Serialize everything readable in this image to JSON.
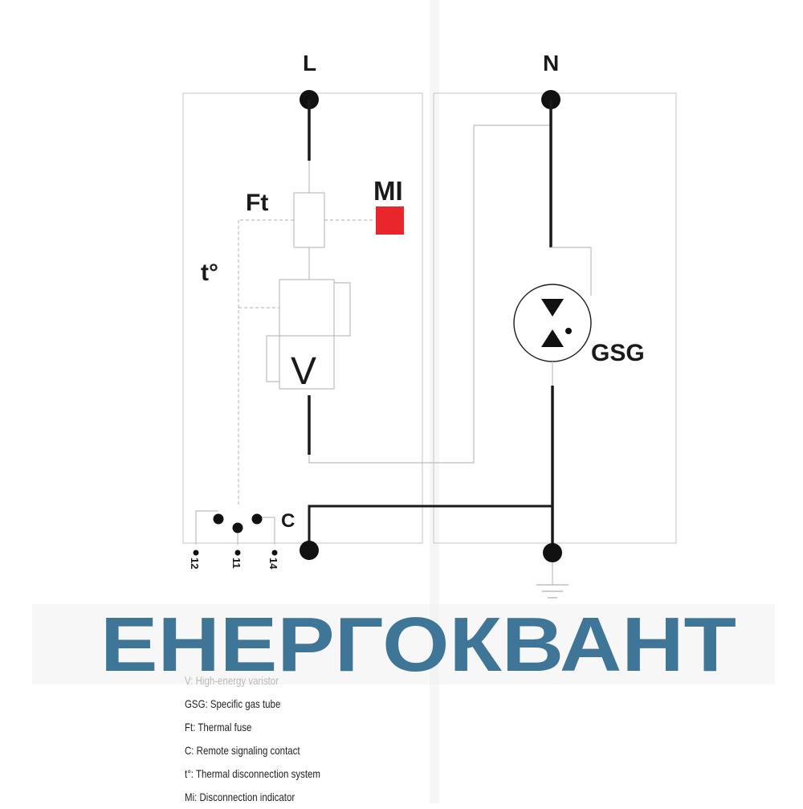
{
  "diagram": {
    "terminals": {
      "line": "L",
      "neutral": "N"
    },
    "components": {
      "thermal_fuse": "Ft",
      "indicator": "MI",
      "thermal_system": "t°",
      "varistor": "V",
      "gas_tube": "GSG",
      "contact": "C"
    },
    "contact_pins": [
      "12",
      "11",
      "14"
    ],
    "colors": {
      "indicator": "#e8262c",
      "line": "#1a1a1a",
      "faint": "#bdbdbd"
    }
  },
  "brand": {
    "text": "ЕНЕРГОКВАНТ",
    "color": "#3f7597"
  },
  "legend": [
    "V: High-energy varistor",
    "GSG: Specific gas tube",
    "Ft: Thermal fuse",
    "C: Remote signaling contact",
    "t°: Thermal disconnection system",
    "Mi: Disconnection indicator"
  ]
}
